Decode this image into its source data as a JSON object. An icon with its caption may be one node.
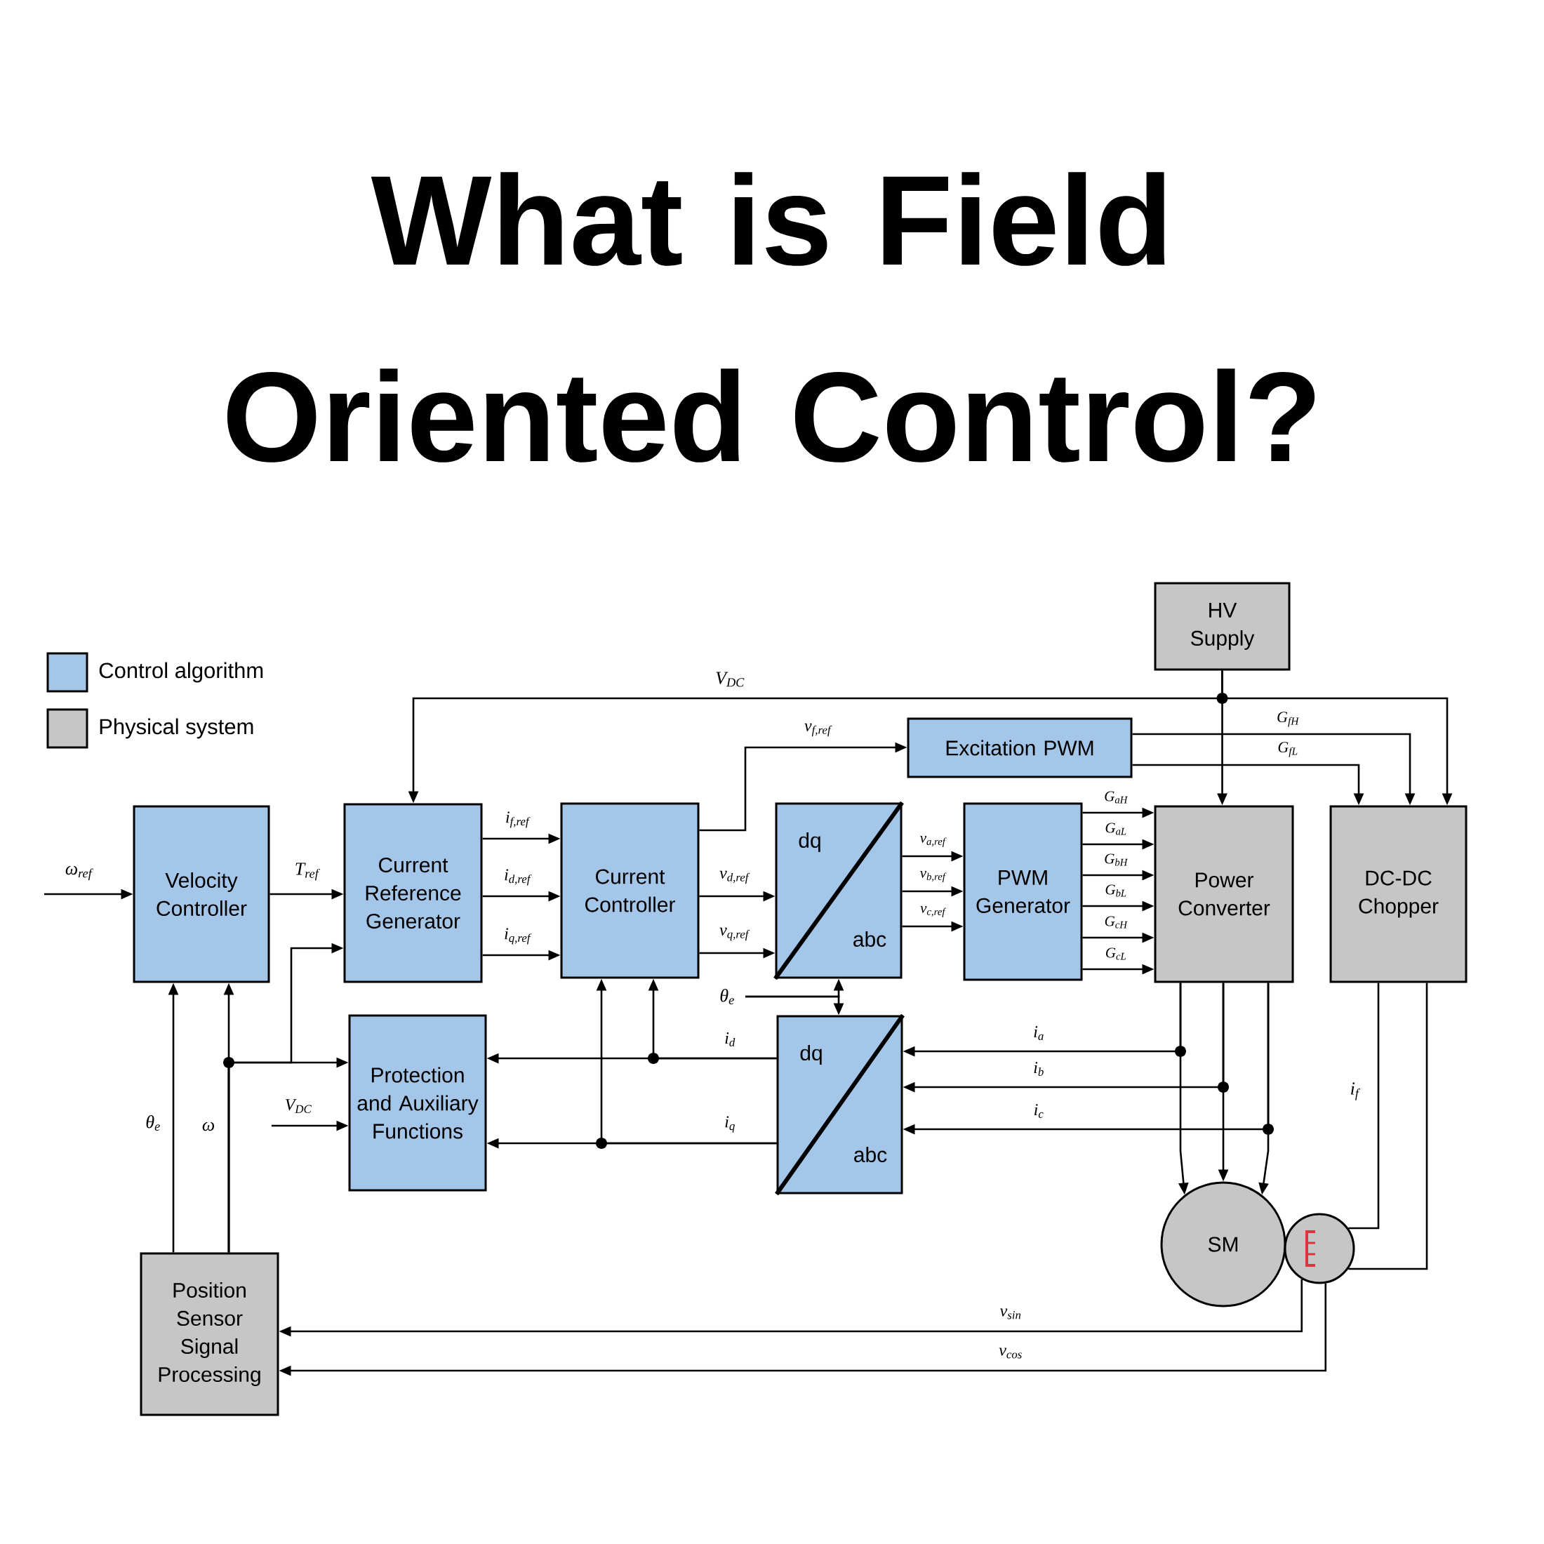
{
  "diagram": {
    "title": "What is Field Oriented Control?",
    "nodes": [
      {
        "text": [
          "HV Supply"
        ]
      },
      {
        "text": [
          "Excitation PWM"
        ]
      },
      {
        "text": [
          "Velocity Controller"
        ]
      },
      {
        "text": [
          "Current Reference Generator"
        ]
      },
      {
        "text": [
          "Current Controller"
        ]
      },
      {
        "text": [
          "dq",
          "abc"
        ]
      },
      {
        "text": [
          "PWM Generator"
        ]
      },
      {
        "text": [
          "Power Converter"
        ]
      },
      {
        "text": [
          "DC-DC Chopper"
        ]
      },
      {
        "text": [
          "Protection and Auxiliary Functions"
        ]
      },
      {
        "text": [
          "dq",
          "abc"
        ]
      },
      {
        "text": [
          "Position Sensor Signal Processing"
        ]
      },
      {
        "text": [
          "SM"
        ]
      },
      {
        "text": [],
        "shape": "circle"
      }
    ],
    "edges": [
      {
        "from": null,
        "to": 2,
        "arrow": "to",
        "label": "ω$_{ref}$"
      },
      {
        "from": 2,
        "to": 3,
        "arrow": "to",
        "label": "T$_{ref}$"
      },
      {
        "from": 3,
        "to": 4,
        "arrow": "to",
        "label": "i$_{f,ref}$"
      },
      {
        "from": 3,
        "to": 4,
        "arrow": "to",
        "label": "i$_{d,ref}$"
      },
      {
        "from": 3,
        "to": 4,
        "arrow": "to",
        "label": "i$_{q,ref}$"
      },
      {
        "from": 4,
        "to": 1,
        "arrow": "to",
        "label": "v$_{f,ref}$"
      },
      {
        "from": 4,
        "to": 5,
        "arrow": "to",
        "label": "v$_{d,ref}$"
      },
      {
        "from": 4,
        "to": 5,
        "arrow": "to",
        "label": "v$_{q,ref}$"
      },
      {
        "from": 5,
        "to": 6,
        "arrow": "to",
        "label": "v$_{a,ref}$"
      },
      {
        "from": 5,
        "to": 6,
        "arrow": "to",
        "label": "v$_{b,ref}$"
      },
      {
        "from": 5,
        "to": 6,
        "arrow": "to",
        "label": "v$_{c,ref}$"
      },
      {
        "from": 6,
        "to": 7,
        "arrow": "to",
        "label": "G$_{aH}$"
      },
      {
        "from": 6,
        "to": 7,
        "arrow": "to",
        "label": "G$_{aL}$"
      },
      {
        "from": 6,
        "to": 7,
        "arrow": "to",
        "label": "G$_{bH}$"
      },
      {
        "from": 6,
        "to": 7,
        "arrow": "to",
        "label": "G$_{bL}$"
      },
      {
        "from": 6,
        "to": 7,
        "arrow": "to",
        "label": "G$_{cH}$"
      },
      {
        "from": 6,
        "to": 7,
        "arrow": "to",
        "label": "G$_{cL}$"
      },
      {
        "from": 0,
        "to": 7,
        "arrow": "to"
      },
      {
        "from": 0,
        "to": 3,
        "arrow": "to",
        "label": "V$_{DC}$"
      },
      {
        "from": 0,
        "to": 8,
        "arrow": "to"
      },
      {
        "from": 1,
        "to": 8,
        "arrow": "to",
        "label": "G$_{fH}$"
      },
      {
        "from": 1,
        "to": 8,
        "arrow": "to",
        "label": "G$_{fL}$"
      },
      {
        "from": null,
        "to": 5,
        "arrow": "to",
        "label": "θ$_{e}$"
      },
      {
        "from": null,
        "to": 10,
        "arrow": "to"
      },
      {
        "from": 10,
        "to": 9,
        "arrow": "to",
        "label": "i$_{d}$"
      },
      {
        "from": 10,
        "to": 4,
        "arrow": "to"
      },
      {
        "from": 10,
        "to": 9,
        "arrow": "to",
        "label": "i$_{q}$"
      },
      {
        "from": 10,
        "to": 4,
        "arrow": "to"
      },
      {
        "from": 7,
        "to": 12,
        "arrow": "to"
      },
      {
        "from": 7,
        "to": 12,
        "arrow": "to"
      },
      {
        "from": 7,
        "to": 12,
        "arrow": "to"
      },
      {
        "from": 7,
        "to": 10,
        "arrow": "to",
        "label": "i$_{a}$"
      },
      {
        "from": 7,
        "to": 10,
        "arrow": "to",
        "label": "i$_{b}$"
      },
      {
        "from": 7,
        "to": 10,
        "arrow": "to",
        "label": "i$_{c}$"
      },
      {
        "from": 11,
        "to": 2,
        "arrow": "to",
        "label": "θ$_{e}$"
      },
      {
        "from": 11,
        "to": 2,
        "arrow": "to",
        "label": "ω"
      },
      {
        "from": 11,
        "to": 9,
        "arrow": "to"
      },
      {
        "from": 11,
        "to": 3,
        "arrow": "to"
      },
      {
        "from": null,
        "to": 9,
        "arrow": "to",
        "label": "V$_{DC}$"
      },
      {
        "from": 13,
        "to": 11,
        "arrow": "to",
        "label": "v$_{sin}$"
      },
      {
        "from": 13,
        "to": 11,
        "arrow": "to",
        "label": "v$_{cos}$"
      },
      {
        "from": 8,
        "to": 13,
        "arrow": "none",
        "label": "i$_{f}$"
      },
      {
        "from": 8,
        "to": 13,
        "arrow": "none"
      }
    ],
    "legend": [
      {
        "text": "Control algorithm",
        "color": "#a4c6e8"
      },
      {
        "text": "Physical system",
        "color": "#c6c6c6"
      }
    ]
  }
}
